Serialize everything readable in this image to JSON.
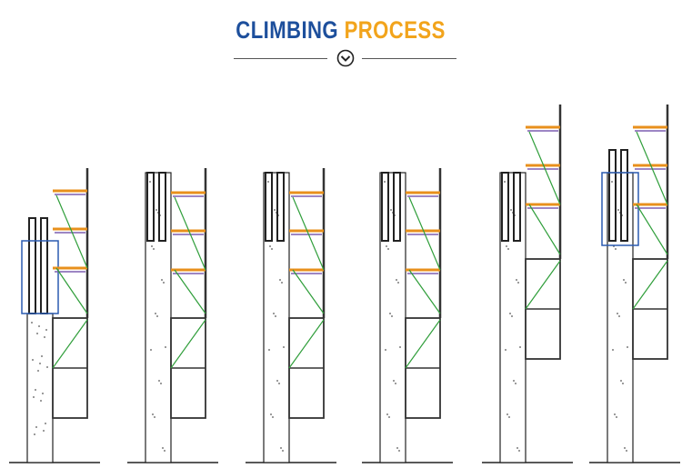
{
  "header": {
    "title_part1": "CLIMBING",
    "title_part2": "PROCESS",
    "title_color_1": "#1d4f9c",
    "title_color_2": "#f2a41c",
    "divider_icon": "chevron-down-circle-icon"
  },
  "diagram": {
    "step_count": 6,
    "colors": {
      "concrete": "#ffffff",
      "outline": "#222222",
      "platform": "#e8901c",
      "brace_purple": "#7d5fb0",
      "brace_green": "#2f9e3a",
      "frame": "#333333"
    }
  }
}
